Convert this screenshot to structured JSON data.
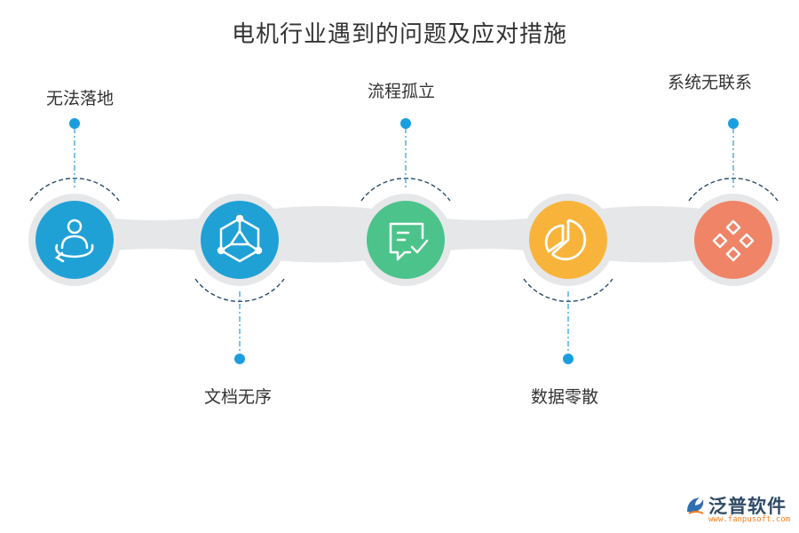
{
  "title": "电机行业遇到的问题及应对措施",
  "nodes": [
    {
      "label": "无法落地",
      "icon": "person-rotate-icon",
      "color": "#1fa1d6"
    },
    {
      "label": "文档无序",
      "icon": "network-cube-icon",
      "color": "#1fa1d6"
    },
    {
      "label": "流程孤立",
      "icon": "message-check-icon",
      "color": "#4cc38a"
    },
    {
      "label": "数据零散",
      "icon": "pie-chart-icon",
      "color": "#f8b43a"
    },
    {
      "label": "系统无联系",
      "icon": "diamond-grid-icon",
      "color": "#ef8467"
    }
  ],
  "logo": {
    "name": "泛普软件",
    "url": "www.fanpusoft.com"
  }
}
